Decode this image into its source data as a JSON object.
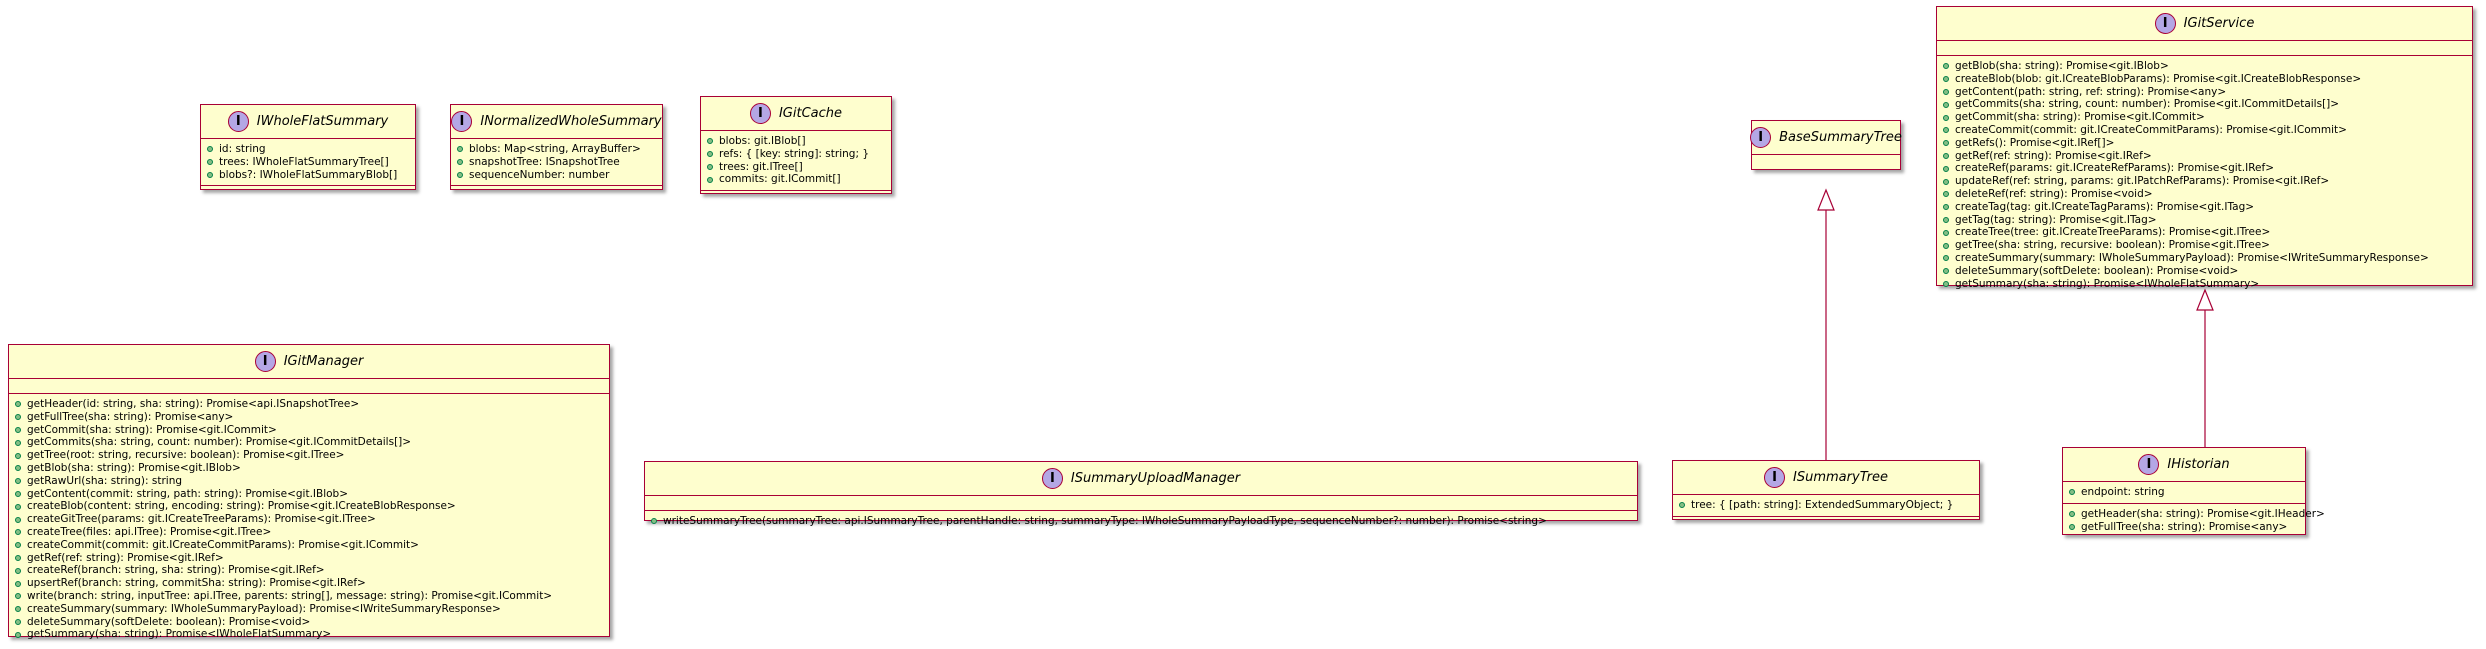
{
  "colors": {
    "box_fill": "#FEFECE",
    "box_border": "#A80036",
    "interface_badge": "#B4A7E5",
    "public_marker": "#84BE84"
  },
  "badge_letter": "I",
  "interfaces": {
    "whole_flat_summary": {
      "name": "IWholeFlatSummary",
      "fields": [
        "id: string",
        "trees: IWholeFlatSummaryTree[]",
        "blobs?: IWholeFlatSummaryBlob[]"
      ],
      "methods": []
    },
    "normalized_whole_summary": {
      "name": "INormalizedWholeSummary",
      "fields": [
        "blobs: Map<string, ArrayBuffer>",
        "snapshotTree: ISnapshotTree",
        "sequenceNumber: number"
      ],
      "methods": []
    },
    "git_cache": {
      "name": "IGitCache",
      "fields": [
        "blobs: git.IBlob[]",
        "refs: { [key: string]: string; }",
        "trees: git.ITree[]",
        "commits: git.ICommit[]"
      ],
      "methods": []
    },
    "base_summary_tree": {
      "name": "BaseSummaryTree",
      "fields": [],
      "methods": []
    },
    "git_service": {
      "name": "IGitService",
      "fields": [],
      "methods": [
        "getBlob(sha: string): Promise<git.IBlob>",
        "createBlob(blob: git.ICreateBlobParams): Promise<git.ICreateBlobResponse>",
        "getContent(path: string, ref: string): Promise<any>",
        "getCommits(sha: string, count: number): Promise<git.ICommitDetails[]>",
        "getCommit(sha: string): Promise<git.ICommit>",
        "createCommit(commit: git.ICreateCommitParams): Promise<git.ICommit>",
        "getRefs(): Promise<git.IRef[]>",
        "getRef(ref: string): Promise<git.IRef>",
        "createRef(params: git.ICreateRefParams): Promise<git.IRef>",
        "updateRef(ref: string, params: git.IPatchRefParams): Promise<git.IRef>",
        "deleteRef(ref: string): Promise<void>",
        "createTag(tag: git.ICreateTagParams): Promise<git.ITag>",
        "getTag(tag: string): Promise<git.ITag>",
        "createTree(tree: git.ICreateTreeParams): Promise<git.ITree>",
        "getTree(sha: string, recursive: boolean): Promise<git.ITree>",
        "createSummary(summary: IWholeSummaryPayload): Promise<IWriteSummaryResponse>",
        "deleteSummary(softDelete: boolean): Promise<void>",
        "getSummary(sha: string): Promise<IWholeFlatSummary>"
      ]
    },
    "git_manager": {
      "name": "IGitManager",
      "fields": [],
      "methods": [
        "getHeader(id: string, sha: string): Promise<api.ISnapshotTree>",
        "getFullTree(sha: string): Promise<any>",
        "getCommit(sha: string): Promise<git.ICommit>",
        "getCommits(sha: string, count: number): Promise<git.ICommitDetails[]>",
        "getTree(root: string, recursive: boolean): Promise<git.ITree>",
        "getBlob(sha: string): Promise<git.IBlob>",
        "getRawUrl(sha: string): string",
        "getContent(commit: string, path: string): Promise<git.IBlob>",
        "createBlob(content: string, encoding: string): Promise<git.ICreateBlobResponse>",
        "createGitTree(params: git.ICreateTreeParams): Promise<git.ITree>",
        "createTree(files: api.ITree): Promise<git.ITree>",
        "createCommit(commit: git.ICreateCommitParams): Promise<git.ICommit>",
        "getRef(ref: string): Promise<git.IRef>",
        "createRef(branch: string, sha: string): Promise<git.IRef>",
        "upsertRef(branch: string, commitSha: string): Promise<git.IRef>",
        "write(branch: string, inputTree: api.ITree, parents: string[], message: string): Promise<git.ICommit>",
        "createSummary(summary: IWholeSummaryPayload): Promise<IWriteSummaryResponse>",
        "deleteSummary(softDelete: boolean): Promise<void>",
        "getSummary(sha: string): Promise<IWholeFlatSummary>"
      ]
    },
    "summary_upload_manager": {
      "name": "ISummaryUploadManager",
      "fields": [],
      "methods": [
        "writeSummaryTree(summaryTree: api.ISummaryTree, parentHandle: string, summaryType: IWholeSummaryPayloadType, sequenceNumber?: number): Promise<string>"
      ]
    },
    "summary_tree": {
      "name": "ISummaryTree",
      "fields": [
        "tree: { [path: string]: ExtendedSummaryObject; }"
      ],
      "methods": []
    },
    "historian": {
      "name": "IHistorian",
      "fields": [
        "endpoint: string"
      ],
      "methods": [
        "getHeader(sha: string): Promise<git.IHeader>",
        "getFullTree(sha: string): Promise<any>"
      ]
    }
  }
}
